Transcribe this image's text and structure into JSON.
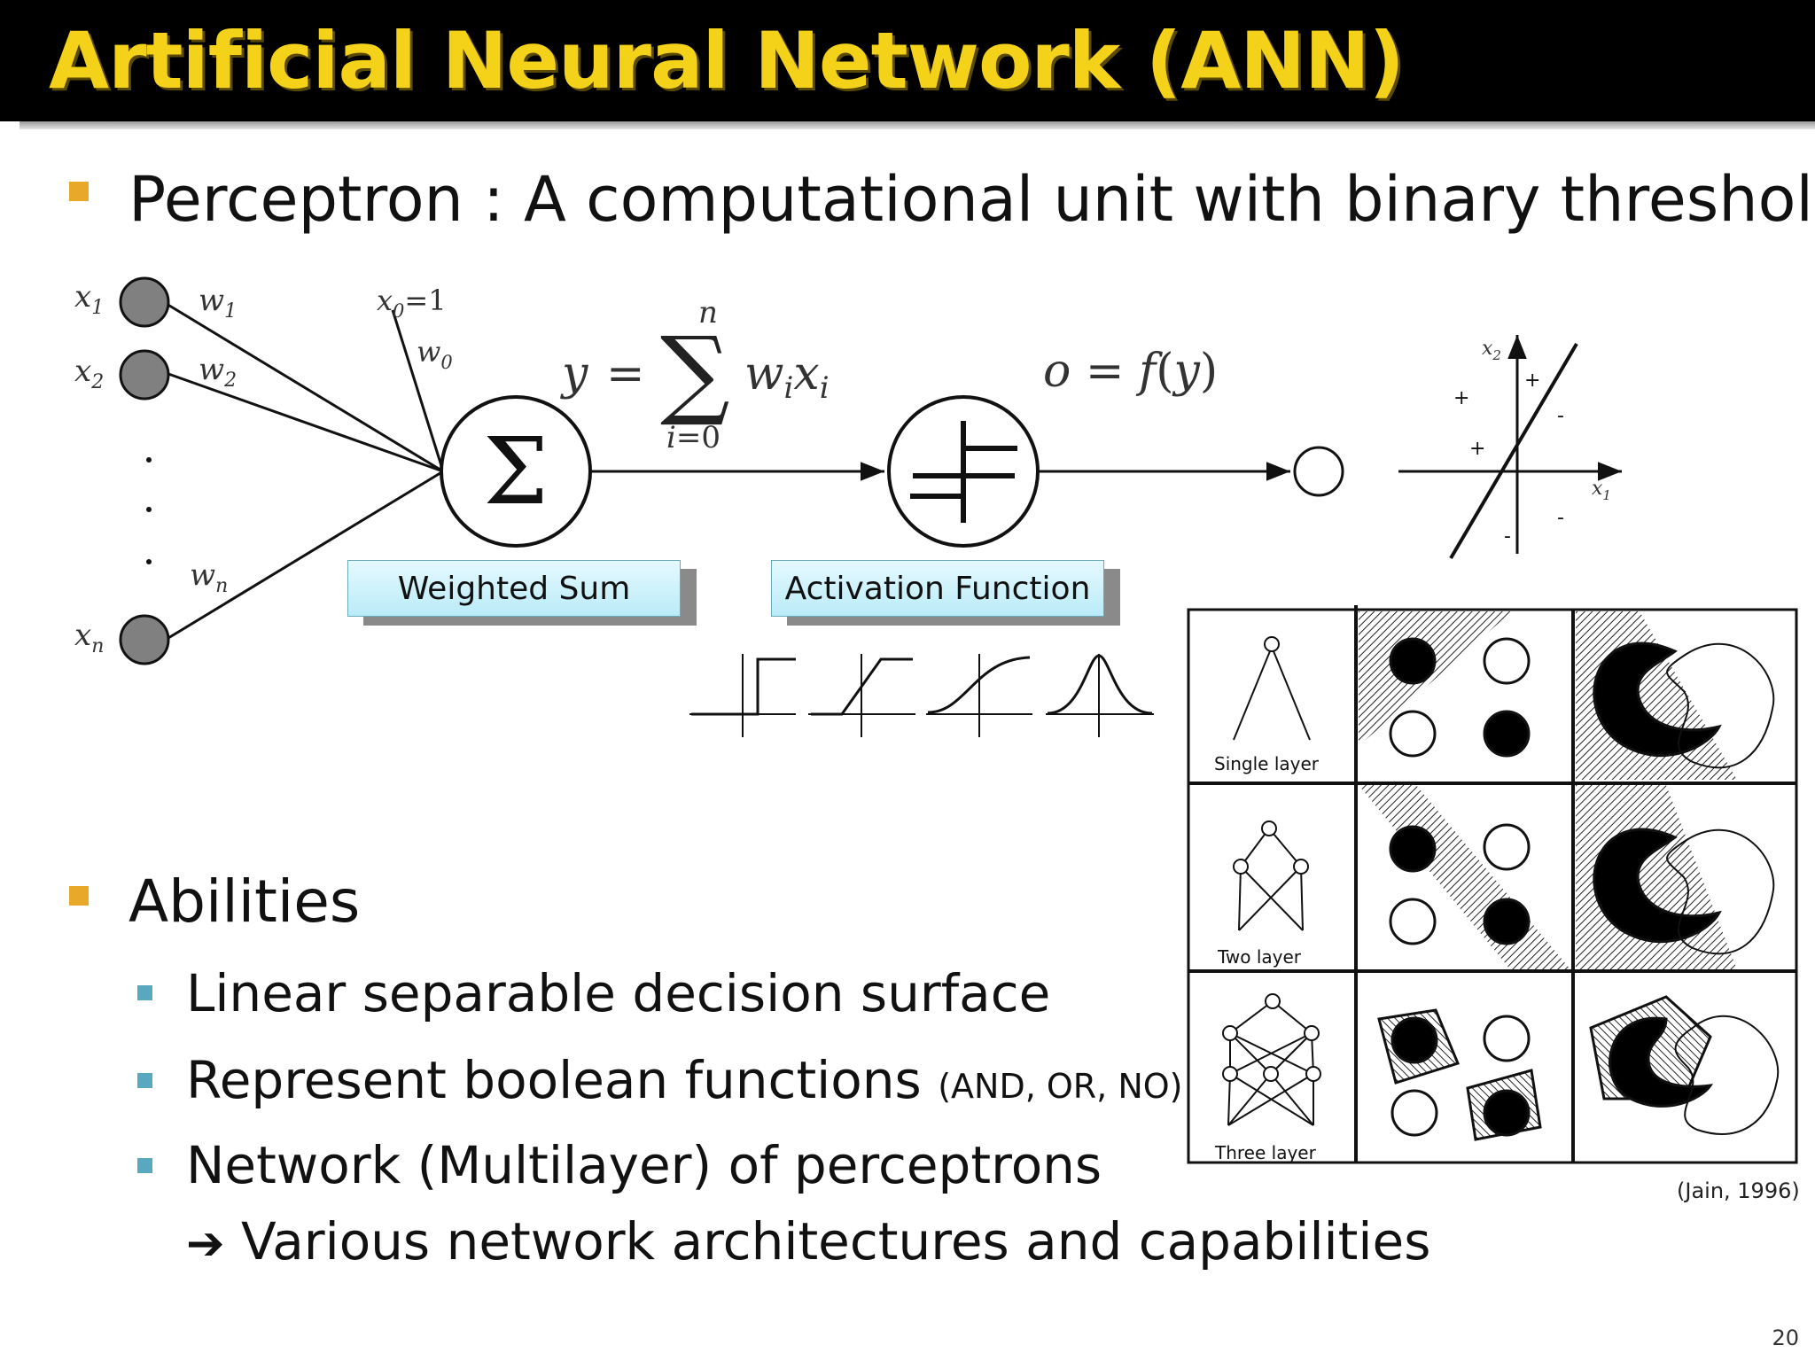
{
  "slide": {
    "title": "Artificial Neural Network (ANN)",
    "bullet1": "Perceptron : A computational unit with binary threshold",
    "bullet2": "Abilities",
    "sub_bullets": [
      "Linear separable decision surface",
      "Represent boolean functions",
      "Network (Multilayer) of perceptrons"
    ],
    "sub_bullet2_note": "(AND, OR, NO)",
    "arrow_line": "Various network architectures and capabilities",
    "page_number": "20",
    "citation": "(Jain, 1996)"
  },
  "perceptron": {
    "inputs": [
      "x1",
      "x2",
      "xn"
    ],
    "weights": [
      "w1",
      "w2",
      "wn"
    ],
    "bias_input": "x0=1",
    "bias_weight": "w0",
    "sum_symbol": "Σ",
    "activation_label": "Activation Function",
    "sum_label": "Weighted Sum",
    "equation_sum_upper": "n",
    "equation_sum_lower": "i=0",
    "equation_y": "y = ∑ wixi",
    "equation_o": "o = f(y)"
  },
  "decision_plot": {
    "axis_x": "x1",
    "axis_y": "x2",
    "marks": [
      "+",
      "+",
      "+",
      "-",
      "-",
      "-"
    ]
  },
  "architecture_table": {
    "rows": [
      "Single layer",
      "Two layer",
      "Three layer"
    ]
  },
  "colors": {
    "title_bg": "#000000",
    "title_text": "#f4d21a",
    "bullet_main": "#e8a92a",
    "bullet_sub": "#58a8c0",
    "box_fill": "#c6f0fb"
  }
}
